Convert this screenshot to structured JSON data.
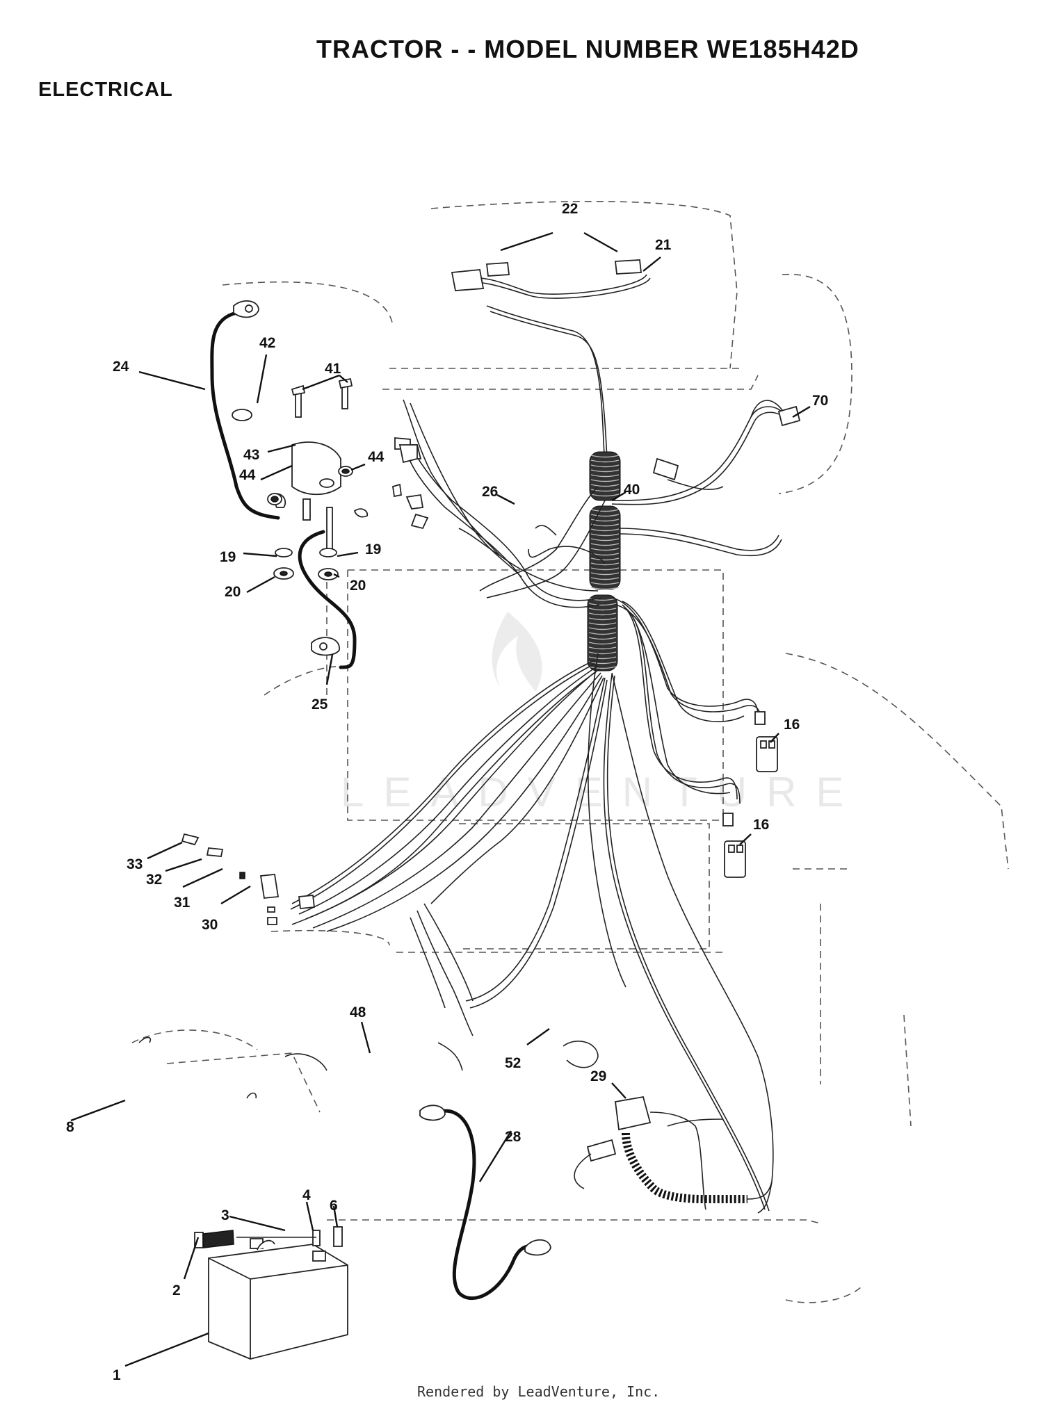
{
  "header": {
    "title": "TRACTOR - - MODEL NUMBER WE185H42D",
    "section": "ELECTRICAL"
  },
  "watermark": "LEADVENTURE",
  "footer": "Rendered by LeadVenture, Inc.",
  "callouts": [
    "22",
    "21",
    "24",
    "42",
    "41",
    "70",
    "43",
    "44",
    "44",
    "26",
    "40",
    "19",
    "19",
    "20",
    "20",
    "25",
    "16",
    "16",
    "33",
    "32",
    "31",
    "30",
    "48",
    "52",
    "29",
    "8",
    "28",
    "4",
    "6",
    "3",
    "2",
    "1"
  ]
}
